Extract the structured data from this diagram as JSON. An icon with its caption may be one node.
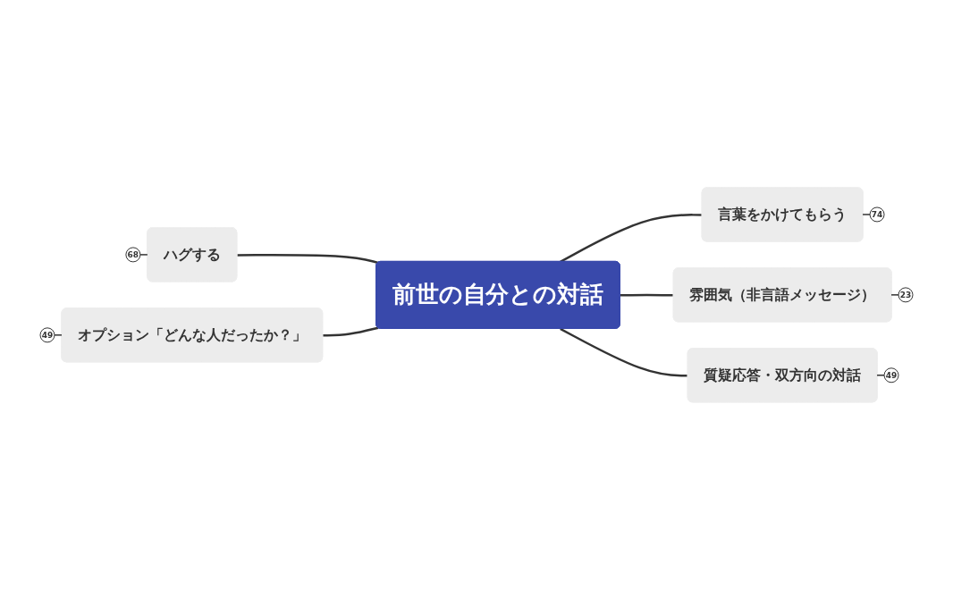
{
  "diagram": {
    "nodes": [
      {
        "text": [
          "前世の自分との対話"
        ]
      },
      {
        "text": [
          "言葉をかけてもらう"
        ],
        "beside": [
          "74"
        ]
      },
      {
        "text": [
          "ハグする"
        ],
        "beside": [
          "68"
        ]
      },
      {
        "text": [
          "雰囲気（非言語メッセージ）"
        ],
        "beside": [
          "23"
        ]
      },
      {
        "text": [
          "オプション「どんな人だったか？」"
        ],
        "beside": [
          "49"
        ]
      },
      {
        "text": [
          "質疑応答・双方向の対話"
        ],
        "beside": [
          "49"
        ]
      }
    ],
    "edges": [
      {
        "from": 0,
        "to": 1,
        "arrow": "none"
      },
      {
        "from": 2,
        "to": 0,
        "arrow": "none"
      },
      {
        "from": 0,
        "to": 3,
        "arrow": "none"
      },
      {
        "from": 4,
        "to": 0,
        "arrow": "none"
      },
      {
        "from": 0,
        "to": 5,
        "arrow": "none"
      }
    ]
  }
}
